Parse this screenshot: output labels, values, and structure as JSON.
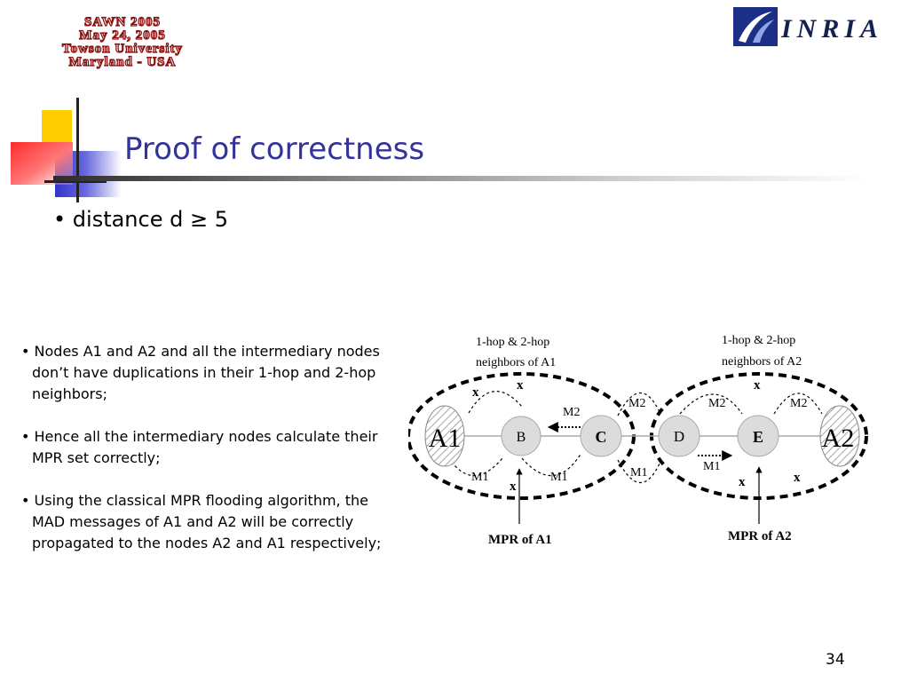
{
  "header": {
    "conference_lines": [
      "SAWN 2005",
      "May 24, 2005",
      "Towson University",
      "Maryland - USA"
    ],
    "logo_text": "INRIA"
  },
  "slide": {
    "title": "Proof of correctness",
    "subtitle": "• distance d ≥ 5",
    "bullets": [
      "• Nodes A1 and A2 and all the intermediary nodes don’t have duplications in their 1-hop and 2-hop neighbors;",
      "• Hence all the intermediary nodes calculate their MPR set correctly;",
      "• Using the classical MPR flooding algorithm, the MAD messages of A1 and A2 will be correctly propagated to the nodes A2 and A1 respectively;"
    ],
    "page_number": "34"
  },
  "diagram": {
    "label_a1_lines": [
      "1-hop & 2-hop",
      "neighbors of A1"
    ],
    "label_a2_lines": [
      "1-hop & 2-hop",
      "neighbors of A2"
    ],
    "nodes": {
      "a1": "A1",
      "b": "B",
      "c": "C",
      "d": "D",
      "e": "E",
      "a2": "A2"
    },
    "x_mark": "x",
    "m1": "M1",
    "m2": "M2",
    "mpr_a1": "MPR of A1",
    "mpr_a2": "MPR of A2"
  },
  "colors": {
    "title": "#333399",
    "logo_blue": "#1b2f86",
    "deco_yellow": "#ffcc00",
    "deco_blue": "#3333cc",
    "deco_red": "#ff3333"
  }
}
